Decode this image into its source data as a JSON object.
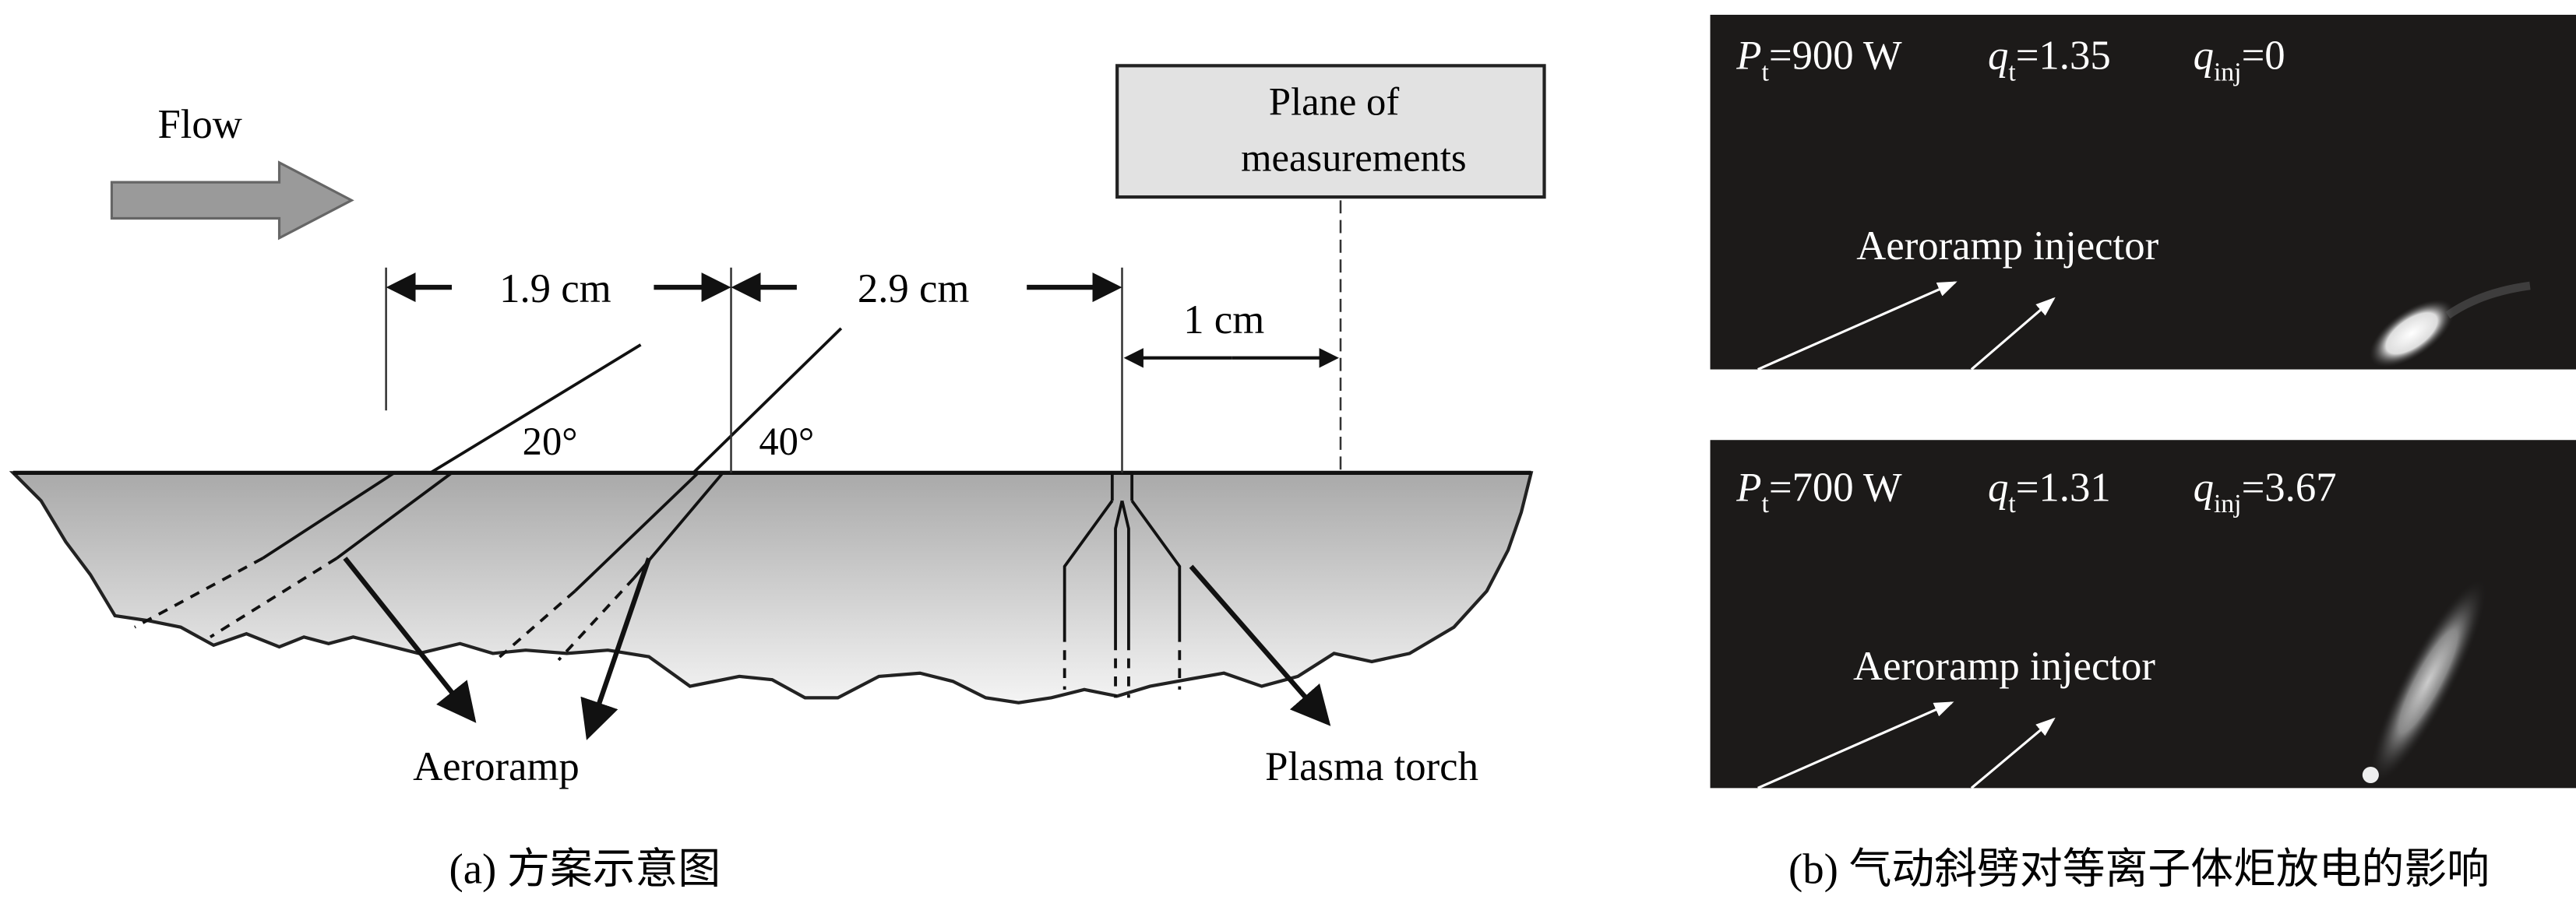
{
  "panel_a": {
    "flow_label": "Flow",
    "plane_box": {
      "line1": "Plane of",
      "line2": "measurements"
    },
    "dim_1": "1.9 cm",
    "dim_2": "2.9 cm",
    "dim_3": "1 cm",
    "angle_1": "20°",
    "angle_2": "40°",
    "label_aeroramp": "Aeroramp",
    "label_torch": "Plasma torch",
    "caption": "(a) 方案示意图"
  },
  "panel_b": {
    "photos": [
      {
        "p_sym": "P",
        "p_sub": "t",
        "p_val": "=900 W",
        "q_sym": "q",
        "q_sub": "t",
        "q_val": "=1.35",
        "qi_sym": "q",
        "qi_sub": "inj",
        "qi_val": "=0",
        "injector_label": "Aeroramp injector"
      },
      {
        "p_sym": "P",
        "p_sub": "t",
        "p_val": "=700 W",
        "q_sym": "q",
        "q_sub": "t",
        "q_val": "=1.31",
        "qi_sym": "q",
        "qi_sub": "inj",
        "qi_val": "=3.67",
        "injector_label": "Aeroramp injector"
      }
    ],
    "caption": "(b) 气动斜劈对等离子体炬放电的影响"
  },
  "colors": {
    "photo_bg": "#1c1a19",
    "section_top": "#a9a9a9",
    "section_bottom": "#f2f2f2"
  }
}
